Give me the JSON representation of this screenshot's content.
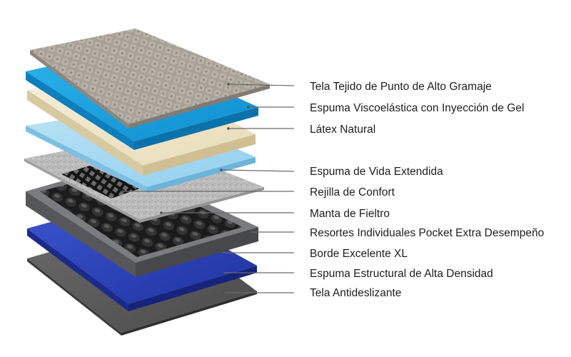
{
  "diagram": {
    "layers": [
      {
        "id": "knit-fabric",
        "label": "Tela Tejido de Punto de Alto Gramaje",
        "color": "#a9a39a"
      },
      {
        "id": "gel-memory-foam",
        "label": "Espuma Viscoelástica  con Inyección de Gel",
        "color": "#1aa7e2"
      },
      {
        "id": "natural-latex",
        "label": "Látex Natural",
        "color": "#f1e7cc"
      },
      {
        "id": "extended-life-foam",
        "label": "Espuma de Vida Extendida",
        "color": "#a9dcf2"
      },
      {
        "id": "comfort-grid",
        "label": "Rejilla de Confort",
        "color": "#1c1c1c"
      },
      {
        "id": "felt-pad",
        "label": "Manta de Fieltro",
        "color": "#bdbdbd"
      },
      {
        "id": "pocket-springs",
        "label": "Resortes Individuales Pocket Extra Desempeño",
        "color": "#262626"
      },
      {
        "id": "edge-support",
        "label": "Borde Excelente XL",
        "color": "#6e7072"
      },
      {
        "id": "base-foam",
        "label": "Espuma Estructural de Alta Densidad",
        "color": "#2c45b8"
      },
      {
        "id": "anti-slip-fabric",
        "label": "Tela Antideslizante",
        "color": "#5c5c5c"
      }
    ]
  }
}
